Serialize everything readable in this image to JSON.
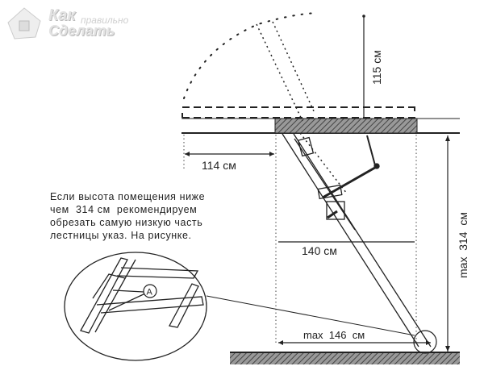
{
  "logo": {
    "line1": "Как",
    "line2": "правильно",
    "line3": "Сделать"
  },
  "note": {
    "lines": [
      "Если высота помещения ниже",
      "чем  314 см  рекомендируем",
      "обрезать самую низкую часть",
      "лестницы указ. На рисунке."
    ]
  },
  "dimensions": {
    "open_height": "115 см",
    "hatch_clearance": "114 см",
    "ladder_projection": "140 см",
    "max_floor_reach": "max  146  см",
    "max_height": "max  314  см"
  },
  "detail": {
    "marker": "A"
  },
  "colors": {
    "line": "#222222",
    "hatch": "#555555"
  }
}
